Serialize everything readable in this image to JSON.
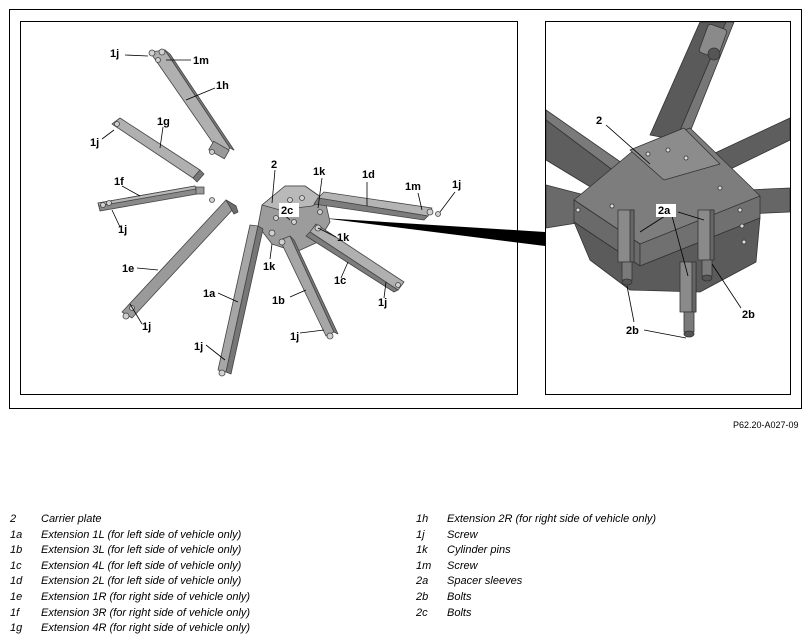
{
  "figure_ref": "P62.20-A027-09",
  "labels": {
    "l_1j_a": "1j",
    "l_1m_a": "1m",
    "l_1h": "1h",
    "l_1g": "1g",
    "l_1j_b": "1j",
    "l_1f": "1f",
    "l_1j_c": "1j",
    "l_1e": "1e",
    "l_1j_d": "1j",
    "l_1a": "1a",
    "l_1j_e": "1j",
    "l_2": "2",
    "l_2c": "2c",
    "l_1k_a": "1k",
    "l_1k_b": "1k",
    "l_1k_c": "1k",
    "l_1d": "1d",
    "l_1m_b": "1m",
    "l_1j_f": "1j",
    "l_1c": "1c",
    "l_1j_g": "1j",
    "l_1b": "1b",
    "l_1j_h": "1j",
    "d_2": "2",
    "d_2a": "2a",
    "d_2b_a": "2b",
    "d_2b_b": "2b"
  },
  "legend": {
    "left": [
      {
        "key": "2",
        "text": "Carrier plate"
      },
      {
        "key": "1a",
        "text": "Extension 1L (for left side of vehicle only)"
      },
      {
        "key": "1b",
        "text": "Extension 3L (for left side of vehicle only)"
      },
      {
        "key": "1c",
        "text": "Extension 4L (for left side of vehicle only)"
      },
      {
        "key": "1d",
        "text": "Extension 2L (for left side of vehicle only)"
      },
      {
        "key": "1e",
        "text": "Extension 1R (for right side of vehicle only)"
      },
      {
        "key": "1f",
        "text": "Extension 3R (for right side of vehicle only)"
      },
      {
        "key": "1g",
        "text": "Extension 4R (for right side of vehicle only)"
      }
    ],
    "right": [
      {
        "key": "1h",
        "text": "Extension 2R (for right side of vehicle only)"
      },
      {
        "key": "1j",
        "text": "Screw"
      },
      {
        "key": "1k",
        "text": "Cylinder pins"
      },
      {
        "key": "1m",
        "text": "Screw"
      },
      {
        "key": "2a",
        "text": "Spacer sleeves"
      },
      {
        "key": "2b",
        "text": "Bolts"
      },
      {
        "key": "2c",
        "text": "Bolts"
      }
    ]
  },
  "colors": {
    "metal": "#a9a9a9",
    "metal_dark": "#6e6e6e",
    "metal_light": "#c8c8c8",
    "frame": "#000000"
  }
}
